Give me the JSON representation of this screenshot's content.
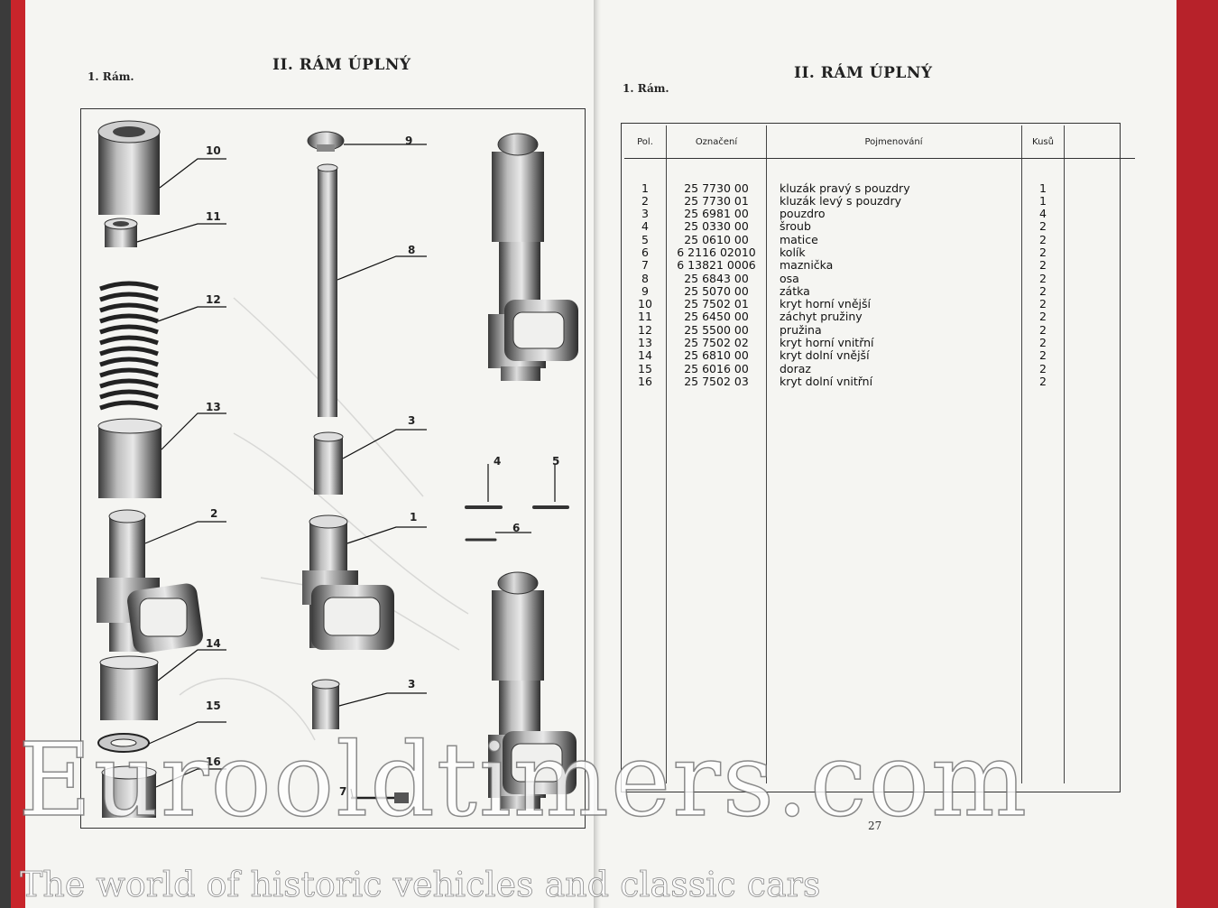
{
  "left_page": {
    "section": "1. Rám.",
    "title": "II. RÁM ÚPLNÝ",
    "part_labels": [
      "10",
      "11",
      "12",
      "13",
      "2",
      "14",
      "15",
      "16",
      "9",
      "8",
      "3",
      "1",
      "3",
      "7",
      "4",
      "5",
      "6"
    ]
  },
  "right_page": {
    "section": "1. Rám.",
    "title": "II. RÁM ÚPLNÝ",
    "page_number": "27",
    "table": {
      "headers": [
        "Pol.",
        "Označení",
        "Pojmenování",
        "Kusů"
      ],
      "rows": [
        [
          "1",
          "25 7730 00",
          "kluzák pravý s pouzdry",
          "1"
        ],
        [
          "2",
          "25 7730 01",
          "kluzák levý s pouzdry",
          "1"
        ],
        [
          "3",
          "25 6981 00",
          "pouzdro",
          "4"
        ],
        [
          "4",
          "25 0330 00",
          "šroub",
          "2"
        ],
        [
          "5",
          "25 0610 00",
          "matice",
          "2"
        ],
        [
          "6",
          "6 2116 02010",
          "kolík",
          "2"
        ],
        [
          "7",
          "6 13821 0006",
          "maznička",
          "2"
        ],
        [
          "",
          "",
          "",
          ""
        ],
        [
          "8",
          "25 6843 00",
          "osa",
          "2"
        ],
        [
          "9",
          "25 5070 00",
          "zátka",
          "2"
        ],
        [
          "10",
          "25 7502 01",
          "kryt horní vnější",
          "2"
        ],
        [
          "11",
          "25 6450 00",
          "záchyt pružiny",
          "2"
        ],
        [
          "12",
          "25 5500 00",
          "pružina",
          "2"
        ],
        [
          "13",
          "25 7502 02",
          "kryt horní vnitřní",
          "2"
        ],
        [
          "14",
          "25 6810 00",
          "kryt dolní vnější",
          "2"
        ],
        [
          "15",
          "25 6016 00",
          "doraz",
          "2"
        ],
        [
          "16",
          "25 7502 03",
          "kryt dolní vnitřní",
          "2"
        ]
      ]
    }
  },
  "watermark": {
    "text": "Eurooldtimers.com",
    "tagline": "The world of historic vehicles and classic cars"
  }
}
